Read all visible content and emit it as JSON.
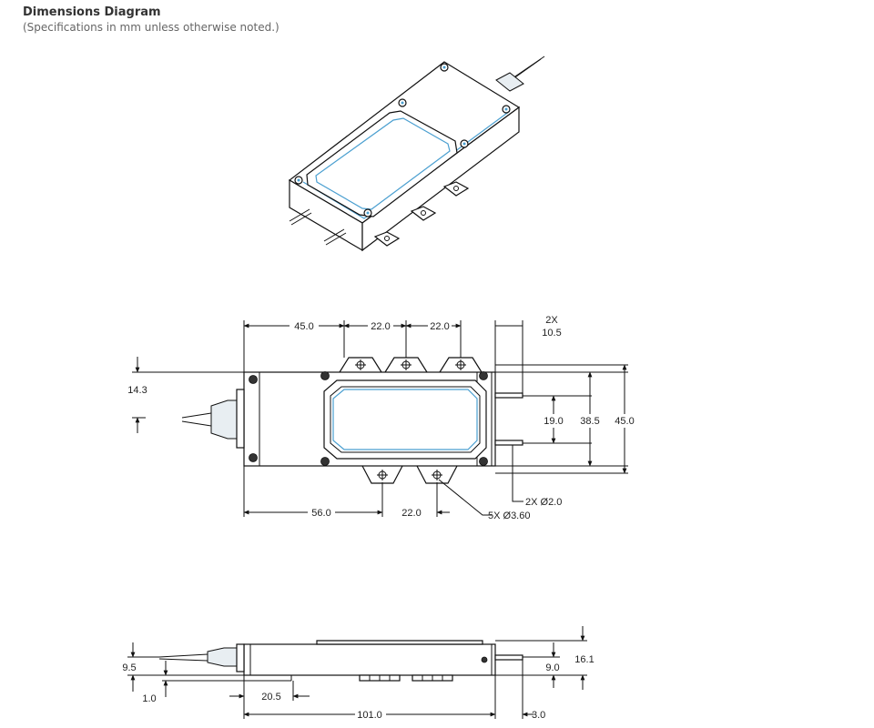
{
  "header": {
    "title": "Dimensions Diagram",
    "subtitle": "(Specifications in mm unless otherwise noted.)"
  },
  "top_view": {
    "dims": {
      "d45": "45.0",
      "d22a": "22.0",
      "d22b": "22.0",
      "d2x": "2X",
      "d105": "10.5",
      "d143": "14.3",
      "d190": "19.0",
      "d385": "38.5",
      "d450": "45.0",
      "d560": "56.0",
      "d220": "22.0",
      "d2xphi": "2X Ø2.0",
      "d5xphi": "5X Ø3.60"
    }
  },
  "side_view": {
    "dims": {
      "d95": "9.5",
      "d10": "1.0",
      "d205": "20.5",
      "d1010": "101.0",
      "d30": "3.0",
      "d90": "9.0",
      "d161": "16.1"
    }
  }
}
